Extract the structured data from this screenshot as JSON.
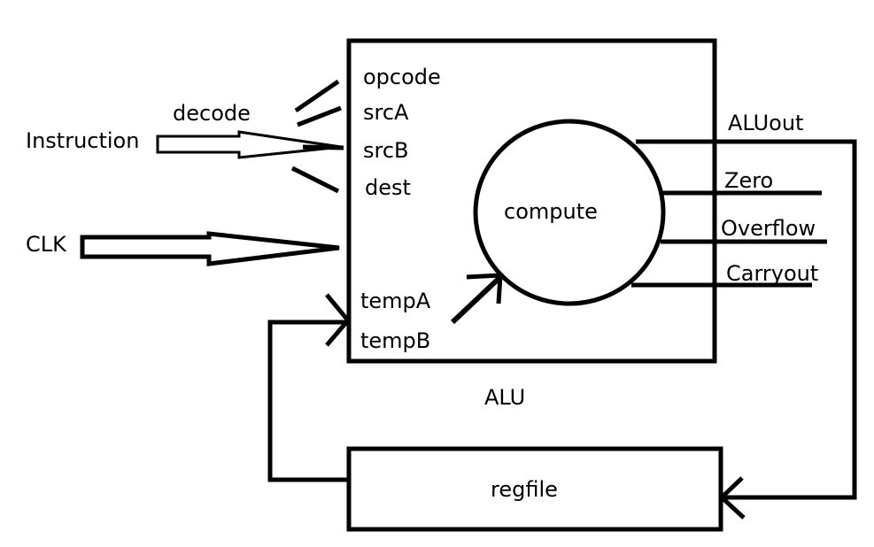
{
  "labels": {
    "instruction": "Instruction",
    "decode": "decode",
    "clk": "CLK",
    "opcode": "opcode",
    "srcA": "srcA",
    "srcB": "srcB",
    "dest": "dest",
    "tempA": "tempA",
    "tempB": "tempB",
    "compute": "compute",
    "aluout": "ALUout",
    "zero": "Zero",
    "overflow": "Overflow",
    "carryout": "Carryout",
    "alu": "ALU",
    "regfile": "regfile"
  },
  "colors": {
    "stroke": "#000000",
    "background": "#ffffff"
  }
}
